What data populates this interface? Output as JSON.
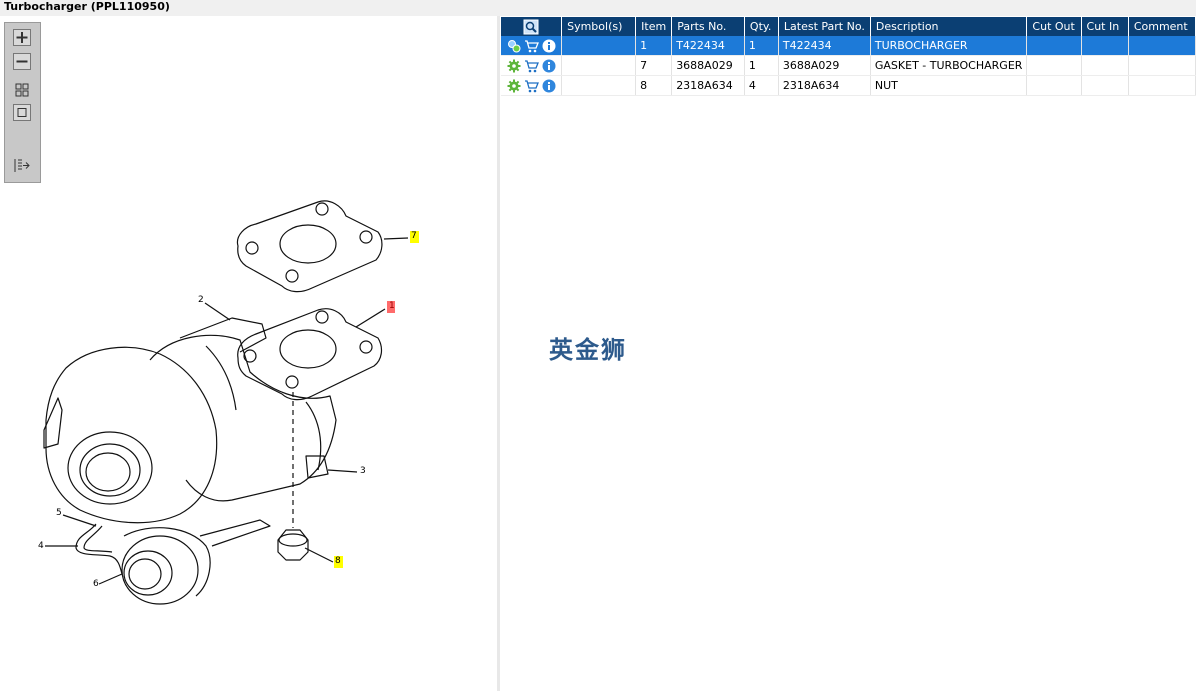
{
  "window": {
    "title": "Turbocharger (PPL110950)"
  },
  "toolbar": {
    "zoom_in_icon": "plus-icon",
    "zoom_out_icon": "minus-icon",
    "fit_icon": "fit-grid-icon",
    "actual_size_icon": "square-icon",
    "export_icon": "export-icon"
  },
  "drawing": {
    "callouts": [
      "7",
      "1",
      "2",
      "3",
      "5",
      "4",
      "6",
      "8"
    ]
  },
  "table": {
    "columns": [
      "Symbol(s)",
      "Item",
      "Parts No.",
      "Qty.",
      "Latest Part No.",
      "Description",
      "Cut Out",
      "Cut In",
      "Comment"
    ],
    "rows": [
      {
        "item": "1",
        "parts_no": "T422434",
        "qty": "1",
        "latest": "T422434",
        "description": "TURBOCHARGER",
        "cut_out": "",
        "cut_in": "",
        "comment": ""
      },
      {
        "item": "7",
        "parts_no": "3688A029",
        "qty": "1",
        "latest": "3688A029",
        "description": "GASKET - TURBOCHARGER",
        "cut_out": "",
        "cut_in": "",
        "comment": ""
      },
      {
        "item": "8",
        "parts_no": "2318A634",
        "qty": "4",
        "latest": "2318A634",
        "description": "NUT",
        "cut_out": "",
        "cut_in": "",
        "comment": ""
      }
    ]
  },
  "watermark": "英金狮",
  "colors": {
    "header": "#0b3f73",
    "selected_row": "#1d7ad8",
    "callout_highlight": "#ffff00",
    "callout_selected": "#ff6b6b"
  }
}
